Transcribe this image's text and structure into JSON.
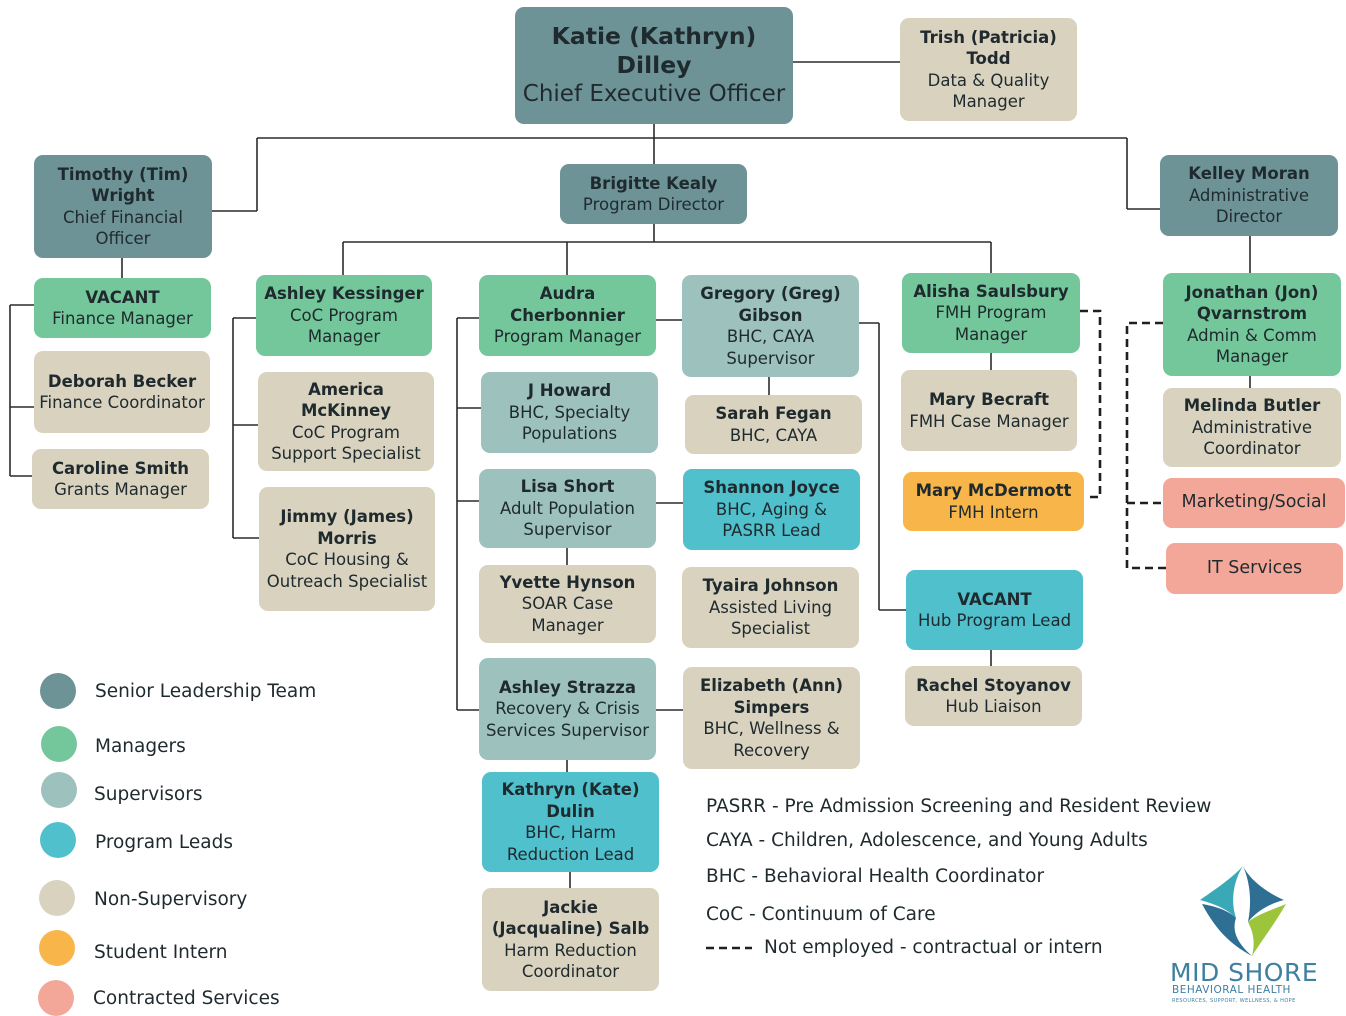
{
  "ceo": {
    "name": "Katie (Kathryn) Dilley",
    "title": "Chief Executive Officer"
  },
  "data_quality": {
    "name": "Trish (Patricia) Todd",
    "title": "Data & Quality Manager"
  },
  "cfo": {
    "name": "Timothy (Tim) Wright",
    "title": "Chief Financial Officer"
  },
  "program_director": {
    "name": "Brigitte Kealy",
    "title": "Program Director"
  },
  "admin_director": {
    "name": "Kelley Moran",
    "title": "Administrative Director"
  },
  "finance_team": [
    {
      "name": "VACANT",
      "title": "Finance Manager"
    },
    {
      "name": "Deborah Becker",
      "title": "Finance Coordinator"
    },
    {
      "name": "Caroline Smith",
      "title": "Grants Manager"
    }
  ],
  "coc_team": [
    {
      "name": "Ashley Kessinger",
      "title": "CoC Program Manager"
    },
    {
      "name": "America McKinney",
      "title": "CoC Program Support Specialist"
    },
    {
      "name": "Jimmy (James) Morris",
      "title": "CoC Housing & Outreach Specialist"
    }
  ],
  "program_team": [
    {
      "name": "Audra Cherbonnier",
      "title": "Program Manager"
    },
    {
      "name": "J Howard",
      "title": "BHC, Specialty Populations"
    },
    {
      "name": "Lisa Short",
      "title": "Adult Population Supervisor"
    },
    {
      "name": "Yvette Hynson",
      "title": "SOAR Case Manager"
    },
    {
      "name": "Ashley Strazza",
      "title": "Recovery & Crisis Services Supervisor"
    },
    {
      "name": "Kathryn (Kate) Dulin",
      "title": "BHC, Harm Reduction Lead"
    },
    {
      "name": "Jackie (Jacqualine) Salb",
      "title": "Harm Reduction Coordinator"
    }
  ],
  "caya_team": [
    {
      "name": "Gregory (Greg) Gibson",
      "title": "BHC, CAYA Supervisor"
    },
    {
      "name": "Sarah Fegan",
      "title": "BHC, CAYA"
    },
    {
      "name": "Shannon Joyce",
      "title": "BHC, Aging & PASRR Lead"
    },
    {
      "name": "Tyaira Johnson",
      "title": "Assisted Living Specialist"
    },
    {
      "name": "Elizabeth (Ann) Simpers",
      "title": "BHC, Wellness & Recovery"
    }
  ],
  "fmh_team": [
    {
      "name": "Alisha Saulsbury",
      "title": "FMH Program Manager"
    },
    {
      "name": "Mary Becraft",
      "title": "FMH Case Manager"
    },
    {
      "name": "Mary McDermott",
      "title": "FMH Intern"
    },
    {
      "name": "VACANT",
      "title": "Hub Program Lead"
    },
    {
      "name": "Rachel Stoyanov",
      "title": "Hub Liaison"
    }
  ],
  "admin_team": [
    {
      "name": "Jonathan (Jon) Qvarnstrom",
      "title": "Admin & Comm Manager"
    },
    {
      "name": "Melinda Butler",
      "title": "Administrative Coordinator"
    },
    {
      "name": "",
      "title": "Marketing/Social"
    },
    {
      "name": "",
      "title": "IT Services"
    }
  ],
  "legend": [
    {
      "label": "Senior Leadership Team",
      "color": "#6d9397"
    },
    {
      "label": "Managers",
      "color": "#74c79a"
    },
    {
      "label": "Supervisors",
      "color": "#9dc1bd"
    },
    {
      "label": "Program Leads",
      "color": "#4fc0cc"
    },
    {
      "label": "Non-Supervisory",
      "color": "#d9d2bf"
    },
    {
      "label": "Student Intern",
      "color": "#f8b54a"
    },
    {
      "label": "Contracted Services",
      "color": "#f3a799"
    }
  ],
  "abbreviations": [
    "PASRR - Pre Admission Screening and Resident Review",
    "CAYA -  Children, Adolescence, and Young Adults",
    "BHC - Behavioral Health Coordinator",
    "CoC - Continuum of Care",
    "Not employed - contractual or intern"
  ],
  "logo": {
    "name": "MID SHORE",
    "sub": "BEHAVIORAL HEALTH",
    "tagline": "RESOURCES, SUPPORT, WELLNESS, & HOPE"
  }
}
